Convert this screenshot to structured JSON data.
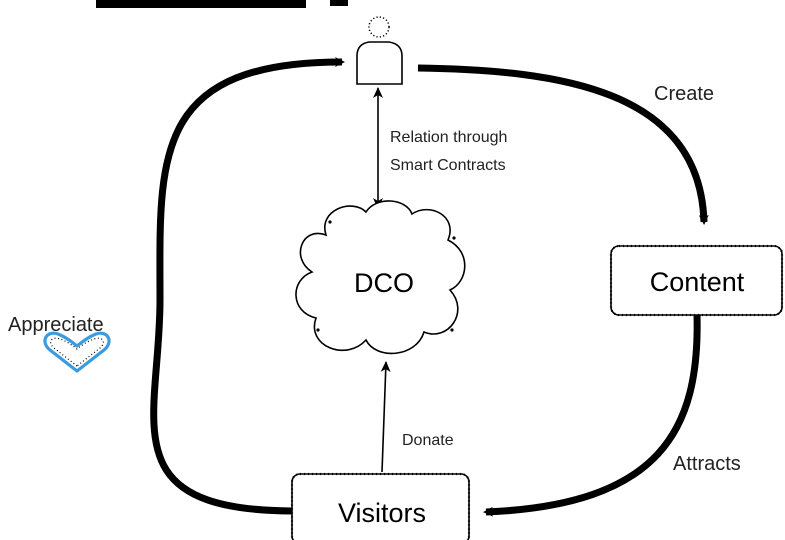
{
  "nodes": {
    "content": "Content",
    "visitors": "Visitors",
    "dco": "DCO"
  },
  "edges": {
    "create": "Create",
    "attracts": "Attracts",
    "appreciate": "Appreciate",
    "relation_line1": "Relation through",
    "relation_line2": "Smart Contracts",
    "donate": "Donate"
  },
  "icons": {
    "user": "user-icon",
    "heart": "heart-icon"
  },
  "colors": {
    "line": "#000000",
    "heart": "#3a9be0"
  }
}
